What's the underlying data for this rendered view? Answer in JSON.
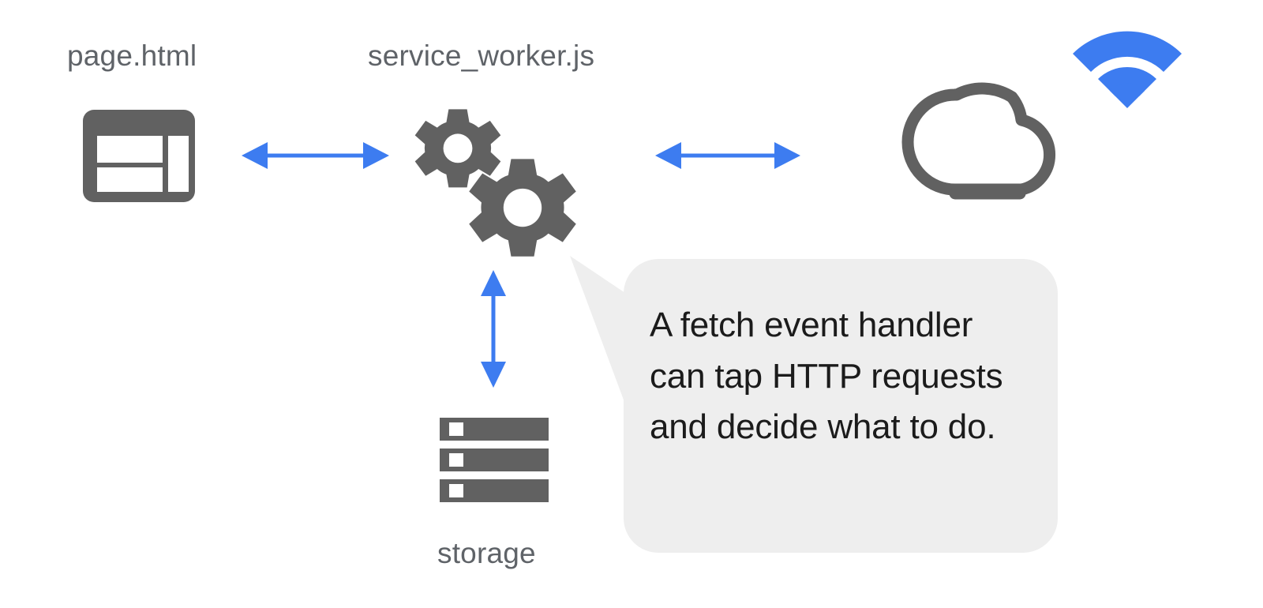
{
  "diagram": {
    "title": "Service worker architecture diagram",
    "background_color": "#ffffff",
    "icon_gray": "#616161",
    "accent_blue": "#3D7CF0",
    "bubble_fill": "#eeeeee",
    "label_color": "#5f6368",
    "text_color": "#1b1b1b"
  },
  "labels": {
    "page": "page.html",
    "service_worker": "service_worker.js",
    "storage": "storage"
  },
  "icons": {
    "page_layout": "page-layout-icon",
    "gears": "gears-icon",
    "database": "storage-database-icon",
    "cloud": "cloud-icon",
    "wifi": "wifi-icon"
  },
  "connectors": [
    {
      "name": "page-to-service-worker-arrow",
      "type": "double-headed-arrow",
      "orientation": "horizontal",
      "color": "#3D7CF0"
    },
    {
      "name": "service-worker-to-cloud-arrow",
      "type": "double-headed-arrow",
      "orientation": "horizontal",
      "color": "#3D7CF0"
    },
    {
      "name": "service-worker-to-storage-arrow",
      "type": "double-headed-arrow",
      "orientation": "vertical",
      "color": "#3D7CF0"
    }
  ],
  "callout": {
    "text": "A fetch event handler can tap HTTP requests and decide what to do.",
    "lines": [
      "A fetch event",
      "handler can tap",
      "HTTP requests and",
      "decide what to do."
    ],
    "points_at": "gears-icon"
  }
}
